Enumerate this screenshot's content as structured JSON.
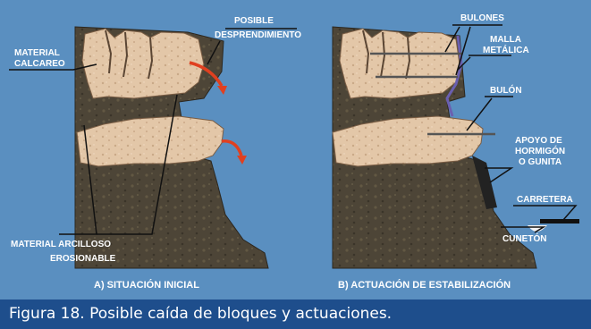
{
  "diagram": {
    "panel_a": {
      "label_posible": "POSIBLE",
      "label_desprendimiento": "DESPRENDIMIENTO",
      "label_material": "MATERIAL",
      "label_calcareo": "CALCAREO",
      "label_arcilloso": "MATERIAL ARCILLOSO",
      "label_erosionable": "EROSIONABLE",
      "title": "A) SITUACIÓN INICIAL"
    },
    "panel_b": {
      "label_bulones": "BULONES",
      "label_malla": "MALLA",
      "label_metalica": "METÁLICA",
      "label_bulon": "BULÓN",
      "label_apoyo": "APOYO DE",
      "label_hormigon": "HORMIGÓN",
      "label_gunita": "O GUNITA",
      "label_carretera": "CARRETERA",
      "label_cuneton": "CUNETÓN",
      "title": "B) ACTUACIÓN DE ESTABILIZACIÓN"
    },
    "colors": {
      "background": "#5a8fc0",
      "limestone": "#e3c7a8",
      "clay": "#4d4537",
      "arrow": "#e04020",
      "concrete": "#222222",
      "caption_band": "#1e4e8c"
    }
  },
  "caption": "Figura 18. Posible caída de bloques y actuaciones."
}
